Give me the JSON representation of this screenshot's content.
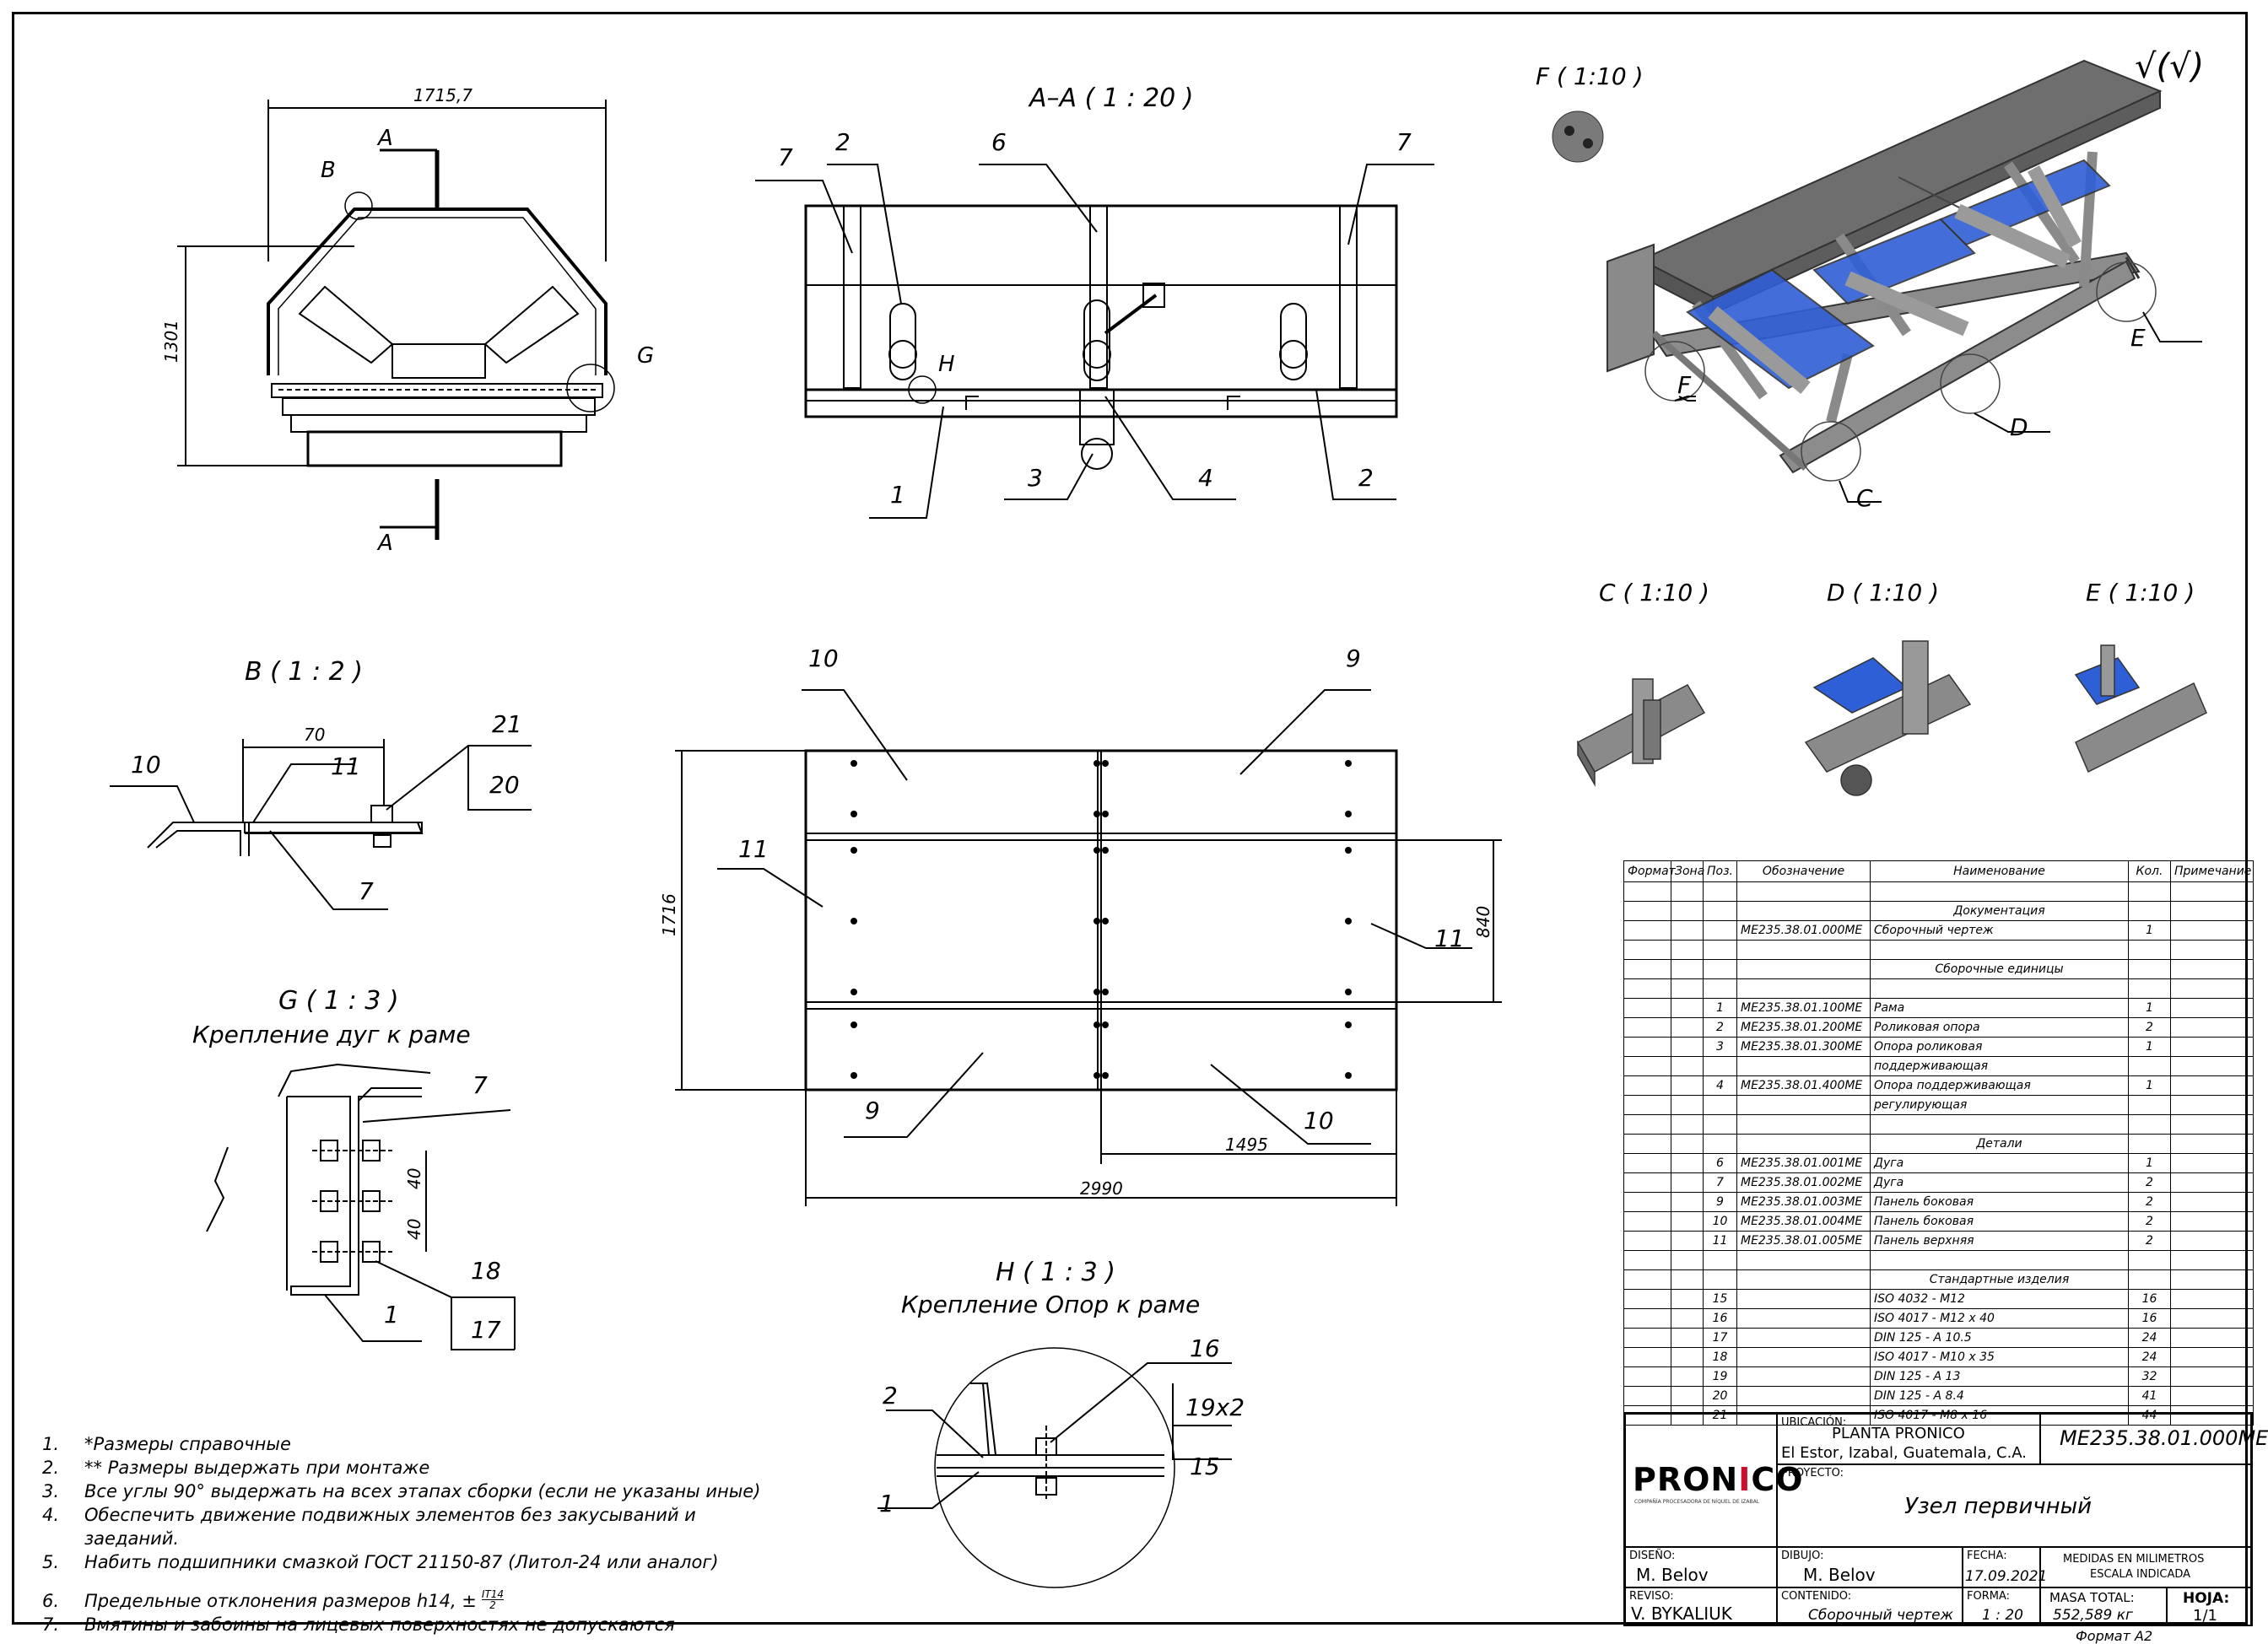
{
  "roughness_symbol": "√(√)",
  "main_view": {
    "width_dim": "1715,7",
    "height_dim": "1301",
    "section_label": "A",
    "detail_b": "B",
    "detail_g": "G"
  },
  "section_aa": {
    "title": "A–A ( 1 : 20 )",
    "detail_h": "H",
    "callouts": [
      "7",
      "2",
      "6",
      "7",
      "1",
      "3",
      "4",
      "2"
    ]
  },
  "detail_b_view": {
    "title": "B ( 1 : 2 )",
    "dim": "70",
    "callouts": [
      "10",
      "11",
      "21",
      "20",
      "7"
    ]
  },
  "detail_g_view": {
    "title": "G ( 1 : 3 )",
    "subtitle": "Крепление дуг к раме",
    "dim1": "40",
    "dim2": "40",
    "callouts": [
      "7",
      "18",
      "1",
      "17"
    ]
  },
  "top_view": {
    "dim_height": "1716",
    "dim_width": "2990",
    "dim_half": "1495",
    "dim_panel": "840",
    "callouts": [
      "10",
      "9",
      "11",
      "11",
      "9",
      "10"
    ]
  },
  "detail_h_view": {
    "title": "H ( 1 : 3 )",
    "subtitle": "Крепление Опор к раме",
    "callouts": [
      "16",
      "2",
      "19х2",
      "15",
      "1"
    ]
  },
  "iso_view": {
    "detail_f_title": "F ( 1:10 )",
    "labels": [
      "E",
      "F",
      "D",
      "C"
    ]
  },
  "small_details": {
    "c_title": "C ( 1:10 )",
    "d_title": "D ( 1:10 )",
    "e_title": "E ( 1:10 )"
  },
  "parts_list": {
    "headers": [
      "Формат",
      "Зона",
      "Поз.",
      "Обозначение",
      "Наименование",
      "Кол.",
      "Примечание"
    ],
    "rows": [
      {
        "pos": "",
        "code": "",
        "name": "",
        "qty": ""
      },
      {
        "pos": "",
        "code": "",
        "name": "Документация",
        "qty": "",
        "section": true
      },
      {
        "pos": "",
        "code": "ME235.38.01.000ME",
        "name": "Сборочный чертеж",
        "qty": "1"
      },
      {
        "pos": "",
        "code": "",
        "name": "",
        "qty": ""
      },
      {
        "pos": "",
        "code": "",
        "name": "Сборочные единицы",
        "qty": "",
        "section": true
      },
      {
        "pos": "",
        "code": "",
        "name": "",
        "qty": ""
      },
      {
        "pos": "1",
        "code": "ME235.38.01.100ME",
        "name": "Рама",
        "qty": "1"
      },
      {
        "pos": "2",
        "code": "ME235.38.01.200ME",
        "name": "Роликовая опора",
        "qty": "2"
      },
      {
        "pos": "3",
        "code": "ME235.38.01.300ME",
        "name": "Опора роликовая",
        "qty": "1"
      },
      {
        "pos": "",
        "code": "",
        "name": "поддерживающая",
        "qty": ""
      },
      {
        "pos": "4",
        "code": "ME235.38.01.400ME",
        "name": "Опора поддерживающая",
        "qty": "1"
      },
      {
        "pos": "",
        "code": "",
        "name": "регулирующая",
        "qty": ""
      },
      {
        "pos": "",
        "code": "",
        "name": "",
        "qty": ""
      },
      {
        "pos": "",
        "code": "",
        "name": "Детали",
        "qty": "",
        "section": true
      },
      {
        "pos": "6",
        "code": "ME235.38.01.001ME",
        "name": "Дуга",
        "qty": "1"
      },
      {
        "pos": "7",
        "code": "ME235.38.01.002ME",
        "name": "Дуга",
        "qty": "2"
      },
      {
        "pos": "9",
        "code": "ME235.38.01.003ME",
        "name": "Панель боковая",
        "qty": "2"
      },
      {
        "pos": "10",
        "code": "ME235.38.01.004ME",
        "name": "Панель боковая",
        "qty": "2"
      },
      {
        "pos": "11",
        "code": "ME235.38.01.005ME",
        "name": "Панель верхняя",
        "qty": "2"
      },
      {
        "pos": "",
        "code": "",
        "name": "",
        "qty": ""
      },
      {
        "pos": "",
        "code": "",
        "name": "Стандартные изделия",
        "qty": "",
        "section": true
      },
      {
        "pos": "15",
        "code": "",
        "name": "ISO 4032 - M12",
        "qty": "16"
      },
      {
        "pos": "16",
        "code": "",
        "name": "ISO 4017 - M12 x 40",
        "qty": "16"
      },
      {
        "pos": "17",
        "code": "",
        "name": "DIN 125 - A 10.5",
        "qty": "24"
      },
      {
        "pos": "18",
        "code": "",
        "name": "ISO 4017 - M10 x 35",
        "qty": "24"
      },
      {
        "pos": "19",
        "code": "",
        "name": "DIN 125 - A 13",
        "qty": "32"
      },
      {
        "pos": "20",
        "code": "",
        "name": "DIN 125 - A 8.4",
        "qty": "41"
      },
      {
        "pos": "21",
        "code": "",
        "name": "ISO 4017 - M8 x 16",
        "qty": "44"
      }
    ]
  },
  "title_block": {
    "logo_pre": "PRON",
    "logo_i": "I",
    "logo_post": "CO",
    "logo_sub": "COMPAÑÍA PROCESADORA DE NÍQUEL DE IZABAL",
    "ubicacion_label": "UBICACIÓN:",
    "ubicacion_1": "PLANTA PRONICO",
    "ubicacion_2": "El Estor, Izabal, Guatemala, C.A.",
    "doc_code": "ME235.38.01.000ME",
    "proyecto_label": "PROYECTO:",
    "proyecto": "Узел первичный",
    "diseno_label": "DISEÑO:",
    "diseno": "M. Belov",
    "dibujo_label": "DIBUJO:",
    "dibujo": "M. Belov",
    "fecha_label": "FECHA:",
    "fecha": "17.09.2021",
    "medidas_1": "MEDIDAS EN MILIMETROS",
    "medidas_2": "ESCALA INDICADA",
    "reviso_label": "REVISO:",
    "reviso": "V. BYKALIUK",
    "contenido_label": "CONTENIDO:",
    "contenido": "Сборочный чертеж",
    "forma_label": "FORMA:",
    "forma": "1 : 20",
    "masa_label": "MASA TOTAL:",
    "masa": "552,589 кг",
    "hoja_label": "HOJA:",
    "hoja": "1/1",
    "formato": "Формат А2"
  },
  "notes": [
    {
      "n": "1.",
      "text": "*Размеры справочные"
    },
    {
      "n": "2.",
      "text": "** Размеры выдержать при монтаже"
    },
    {
      "n": "3.",
      "text": "Все углы 90° выдержать на всех этапах сборки (если не указаны иные)"
    },
    {
      "n": "4.",
      "text": "Обеспечить движение подвижных элементов без закусываний и заеданий."
    },
    {
      "n": "5.",
      "text": "Набить подшипники смазкой ГОСТ 21150-87 (Литол-24 или аналог)"
    },
    {
      "n": "6.",
      "text": "Предельные отклонения размеров h14, ±"
    },
    {
      "n": "7.",
      "text": "Вмятины и забоины на лицевых поверхностях не допускаются"
    }
  ],
  "note6_frac_num": "IT14",
  "note6_frac_den": "2",
  "colors": {
    "line": "#000000",
    "steel": "#8a8a8a",
    "blue": "#2f5fd6",
    "panel": "#6e6e6e"
  }
}
